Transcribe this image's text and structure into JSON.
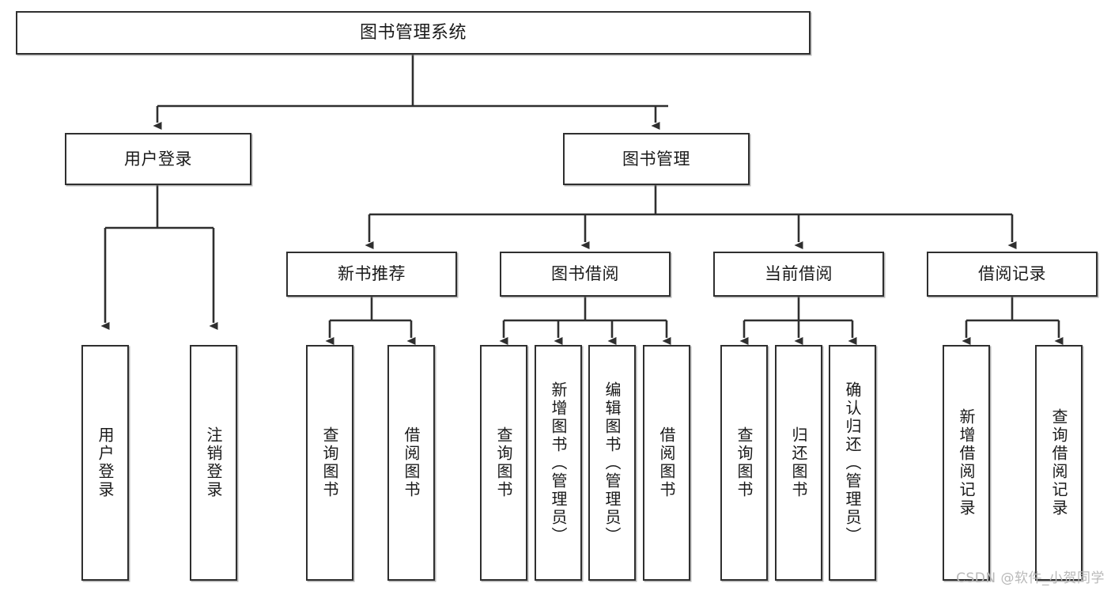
{
  "diagram": {
    "title": "图书管理系统",
    "watermark": "CSDN @软件_小贺同学",
    "line_color": "#2f2f2f",
    "box_fill": "#ffffff",
    "text_color": "#1a1a1a",
    "watermark_color": "#b9b9b9"
  },
  "nodes": {
    "root": {
      "label": "图书管理系统",
      "level": 1
    },
    "l2": [
      {
        "label": "用户登录",
        "level": 2
      },
      {
        "label": "图书管理",
        "level": 2
      }
    ],
    "l3": [
      {
        "label": "新书推荐",
        "level": 3
      },
      {
        "label": "图书借阅",
        "level": 3
      },
      {
        "label": "当前借阅",
        "level": 3
      },
      {
        "label": "借阅记录",
        "level": 3
      }
    ],
    "leaves": {
      "user_login": [
        {
          "label": "用户登录"
        },
        {
          "label": "注销登录"
        }
      ],
      "new_book_recommend": [
        {
          "label": "查询图书"
        },
        {
          "label": "借阅图书"
        }
      ],
      "book_borrow": [
        {
          "label": "查询图书"
        },
        {
          "label": "新增图书（管理员）"
        },
        {
          "label": "编辑图书（管理员）"
        },
        {
          "label": "借阅图书"
        }
      ],
      "current_borrow": [
        {
          "label": "查询图书"
        },
        {
          "label": "归还图书"
        },
        {
          "label": "确认归还（管理员）"
        }
      ],
      "borrow_record": [
        {
          "label": "新增借阅记录"
        },
        {
          "label": "查询借阅记录"
        }
      ]
    }
  }
}
